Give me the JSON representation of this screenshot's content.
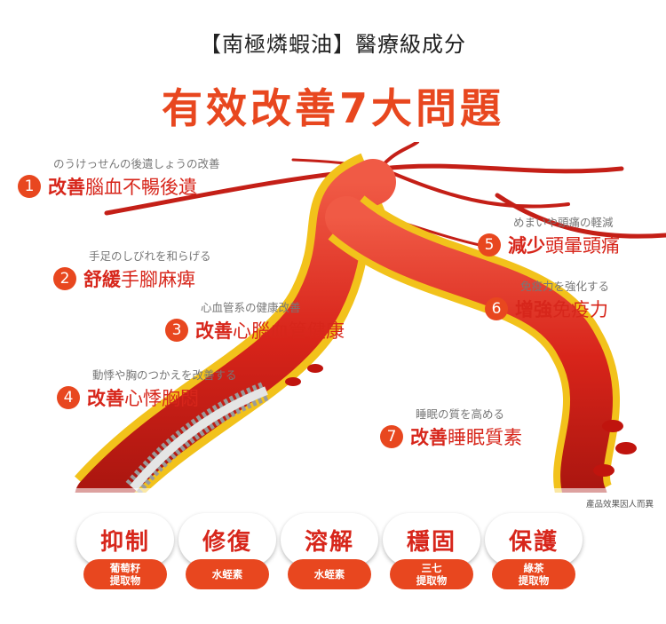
{
  "header": {
    "subtitle": "【南極燐蝦油】醫療級成分",
    "headline": "有效改善7大問題"
  },
  "items": [
    {
      "num": "1",
      "note": "のうけっせんの後遺しょうの改善",
      "verb": "改善",
      "object": "腦血不暢後遺"
    },
    {
      "num": "2",
      "note": "手足のしびれを和らげる",
      "verb": "舒緩",
      "object": "手腳麻痺"
    },
    {
      "num": "3",
      "note": "心血管系の健康改善",
      "verb": "改善",
      "object": "心腦血管健康"
    },
    {
      "num": "4",
      "note": "動悸や胸のつかえを改善する",
      "verb": "改善",
      "object": "心悸胸悶"
    },
    {
      "num": "5",
      "note": "めまいや頭痛の軽減",
      "verb": "減少",
      "object": "頭暈頭痛"
    },
    {
      "num": "6",
      "note": "免疫力を強化する",
      "verb": "增強",
      "object": "免疫力"
    },
    {
      "num": "7",
      "note": "睡眠の質を高める",
      "verb": "改善",
      "object": "睡眠質素"
    }
  ],
  "disclaimer": "產品效果因人而異",
  "benefits": [
    {
      "word": "抑制",
      "tag_line1": "葡萄籽",
      "tag_line2": "提取物"
    },
    {
      "word": "修復",
      "tag_line1": "水蛭素",
      "tag_line2": ""
    },
    {
      "word": "溶解",
      "tag_line1": "水蛭素",
      "tag_line2": ""
    },
    {
      "word": "穩固",
      "tag_line1": "三七",
      "tag_line2": "提取物"
    },
    {
      "word": "保護",
      "tag_line1": "綠茶",
      "tag_line2": "提取物"
    }
  ],
  "colors": {
    "accent": "#e8471f",
    "artery": "#d8241a",
    "plaque": "#f2c21b"
  }
}
